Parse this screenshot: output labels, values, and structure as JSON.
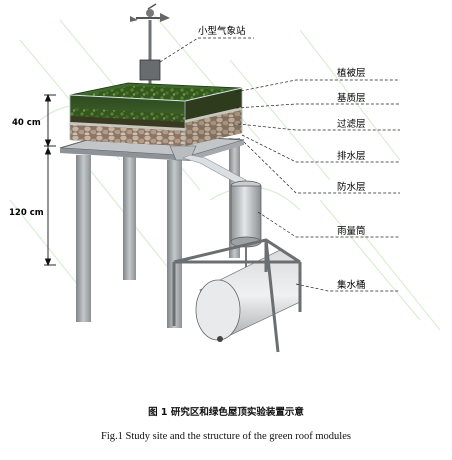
{
  "labels": {
    "weather_station": "小型气象站",
    "vegetation": "植被层",
    "substrate": "基质层",
    "filter": "过滤层",
    "drainage": "排水层",
    "waterproof": "防水层",
    "rain_gauge": "雨量筒",
    "collection_bucket": "集水桶"
  },
  "dimensions": {
    "upper": "40 cm",
    "lower": "120 cm"
  },
  "caption": {
    "chinese": "图 1  研究区和绿色屋顶实验装置示意",
    "english": "Fig.1 Study site and the structure of the green roof modules"
  },
  "colors": {
    "vegetation": "#2f4f22",
    "substrate": "#3b3a26",
    "stones": "#b39a86",
    "frame": "#9aa0a4",
    "callout": "#222222"
  }
}
